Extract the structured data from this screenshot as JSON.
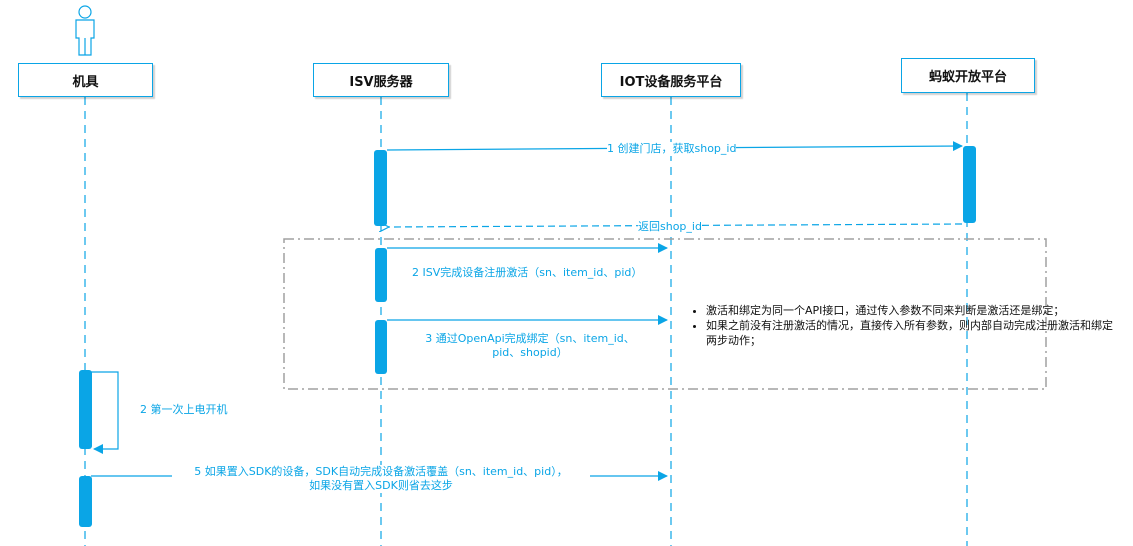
{
  "participants": {
    "jiju": "机具",
    "isv": "ISV服务器",
    "iot": "IOT设备服务平台",
    "ant": "蚂蚁开放平台"
  },
  "messages": {
    "m1": "1  创建门店，获取shop_id",
    "m1_return": "返回shop_id",
    "m2": "2  ISV完成设备注册激活（sn、item_id、pid）",
    "m3_line1": "3  通过OpenApi完成绑定（sn、item_id、",
    "m3_line2": "pid、shopid）",
    "m4": "2  第一次上电开机",
    "m5_line1": "5  如果置入SDK的设备，SDK自动完成设备激活覆盖（sn、item_id、pid），",
    "m5_line2": "如果没有置入SDK则省去这步"
  },
  "note": {
    "items": [
      "激活和绑定为同一个API接口，通过传入参数不同来判断是激活还是绑定；",
      "如果之前没有注册激活的情况，直接传入所有参数，则内部自动完成注册激活和绑定两步动作；"
    ]
  },
  "colors": {
    "accent": "#0aa5e6",
    "frame": "#a0a0a0"
  }
}
